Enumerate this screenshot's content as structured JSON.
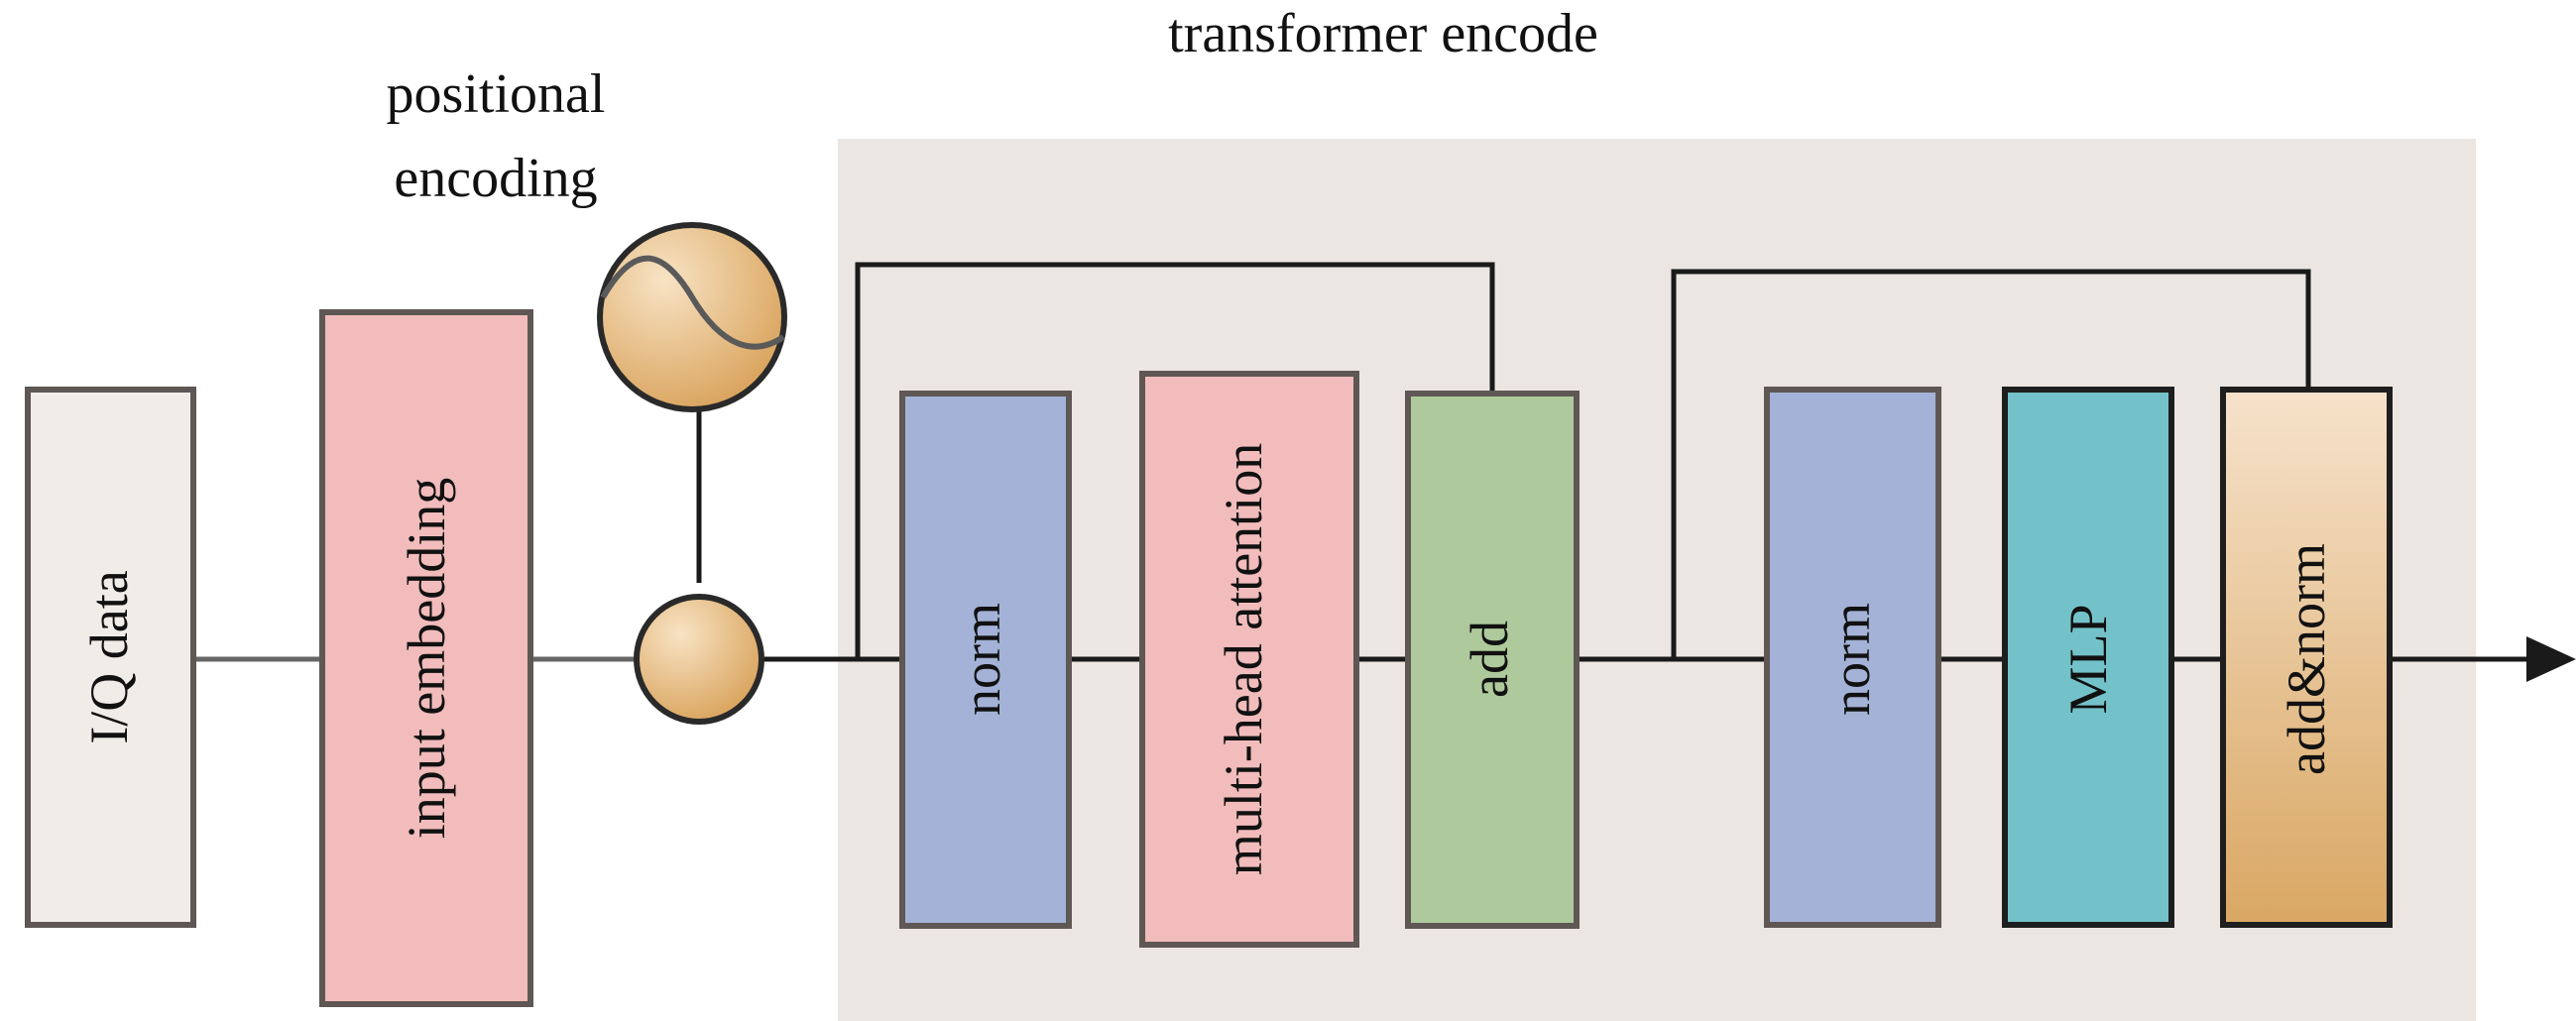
{
  "title": "transformer encode",
  "positional_encoding": {
    "label_line1": "positional",
    "label_line2": "encoding"
  },
  "blocks": {
    "iq_data": "I/Q data",
    "input_embedding": "input embedding",
    "norm1": "norm",
    "mha": "multi-head attention",
    "add": "add",
    "norm2": "norm",
    "mlp": "MLP",
    "add_norm": "add&norm"
  },
  "colors": {
    "encoder_bg": "#ebe6e2",
    "iq_data": "#f0ece8",
    "input_embedding": "#f1bcbb",
    "norm": "#a3b2d6",
    "mha": "#f1bcbb",
    "add": "#aec99b",
    "mlp": "#74c2c9",
    "add_norm_top": "#f5dfc5",
    "add_norm_bottom": "#d9a763",
    "pe_circle_light": "#f6dcb8",
    "pe_circle_dark": "#d9a35c"
  }
}
